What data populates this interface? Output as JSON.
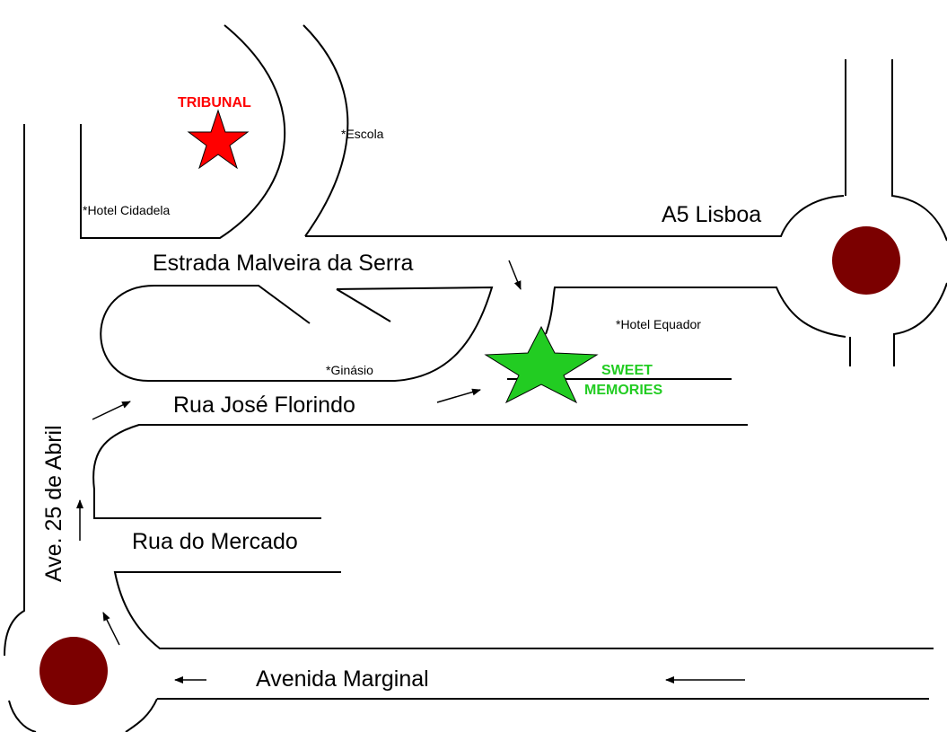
{
  "colors": {
    "road": "#000000",
    "roundabout": "#7b0000",
    "tribunal": "#ff0000",
    "sweet_memories": "#22cc22",
    "background": "#ffffff"
  },
  "markers": {
    "tribunal": {
      "label": "TRIBUNAL",
      "icon": "star-icon"
    },
    "sweet_memories": {
      "label_line1": "SWEET",
      "label_line2": "MEMORIES",
      "icon": "star-icon"
    }
  },
  "streets": {
    "a5": "A5 Lisboa",
    "estrada": "Estrada Malveira da Serra",
    "jose_florindo": "Rua José Florindo",
    "mercado": "Rua do Mercado",
    "marginal": "Avenida Marginal",
    "ave25": "Ave. 25 de Abril"
  },
  "landmarks": {
    "escola": "*Escola",
    "hotel_cidadela": "*Hotel Cidadela",
    "hotel_equador": "*Hotel Equador",
    "ginasio": "*Ginásio"
  }
}
